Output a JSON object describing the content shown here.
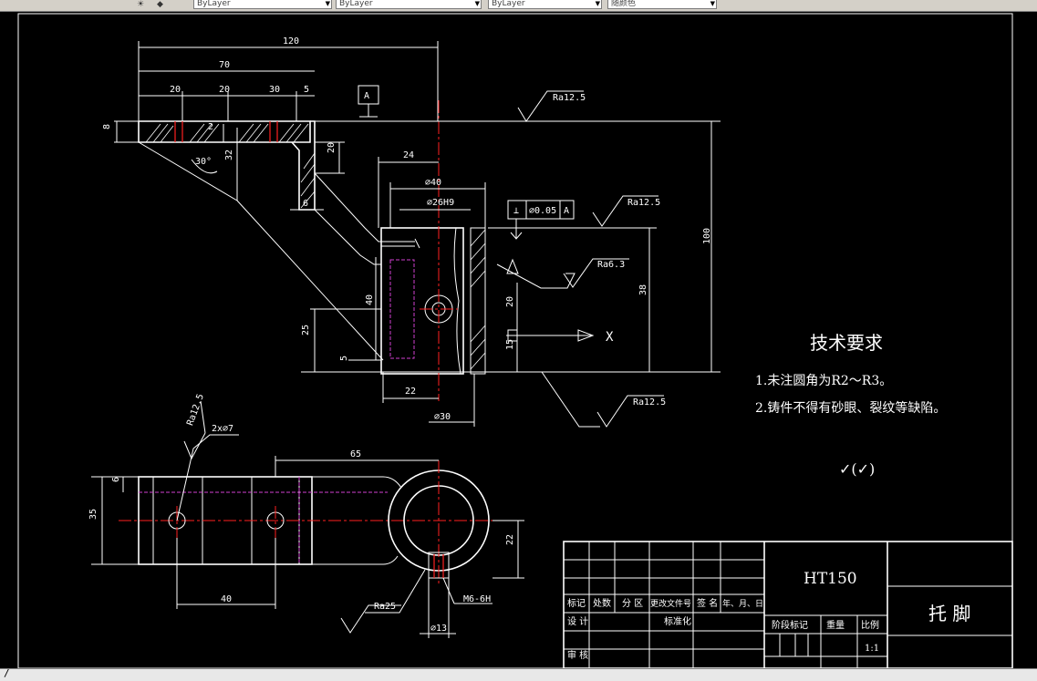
{
  "toolbar": {
    "combo1_text": "ByLayer",
    "combo2_text": "ByLayer",
    "combo3_text": "ByLayer",
    "combo4_text": "随颜色"
  },
  "command_line": {
    "text": "/"
  },
  "drawing": {
    "dimensions": {
      "d120": "120",
      "d70": "70",
      "d20a": "20",
      "d20b": "20",
      "d30": "30",
      "d5": "5",
      "d8": "8",
      "d2": "2",
      "d20v": "20",
      "d32": "32",
      "d30deg": "30°",
      "d6": "6",
      "d24": "24",
      "phi40": "⌀40",
      "phi26h9": "⌀26H9",
      "d100": "100",
      "d38": "38",
      "d40v": "40",
      "d25": "25",
      "d5v": "5",
      "d22": "22",
      "d20v2": "20",
      "d15": "15",
      "phi30": "⌀30",
      "d65": "65",
      "d6b": "6",
      "d35": "35",
      "d40": "40",
      "d22v": "22",
      "holes": "2x⌀7",
      "phi13": "⌀13",
      "m6": "M6-6H"
    },
    "datum_label": "A",
    "tolerance": {
      "symbol": "⊥",
      "value": "⌀0.05",
      "datum": "A"
    },
    "roughness": {
      "r1": "Ra12.5",
      "r2": "Ra12.5",
      "r3": "Ra6.3",
      "r4": "Ra12.5",
      "r5": "Ra12.5",
      "r6": "Ra25"
    },
    "axis_label": "X"
  },
  "tech_requirements": {
    "title": "技术要求",
    "item1": "1.未注圆角为R2～R3。",
    "item2": "2.铸件不得有砂眼、裂纹等缺陷。",
    "roughness_symbol": "✓(✓)"
  },
  "title_block": {
    "material": "HT150",
    "part_name": "托 脚",
    "row_labels": {
      "mark": "标记",
      "count": "处数",
      "zone": "分 区",
      "doc_no": "更改文件号",
      "sign": "签 名",
      "date": "年、月、日",
      "design": "设 计",
      "standard": "标准化",
      "review": "审 核",
      "stage_mark": "阶段标记",
      "weight": "重量",
      "scale": "比例",
      "scale_value": "1:1"
    }
  }
}
